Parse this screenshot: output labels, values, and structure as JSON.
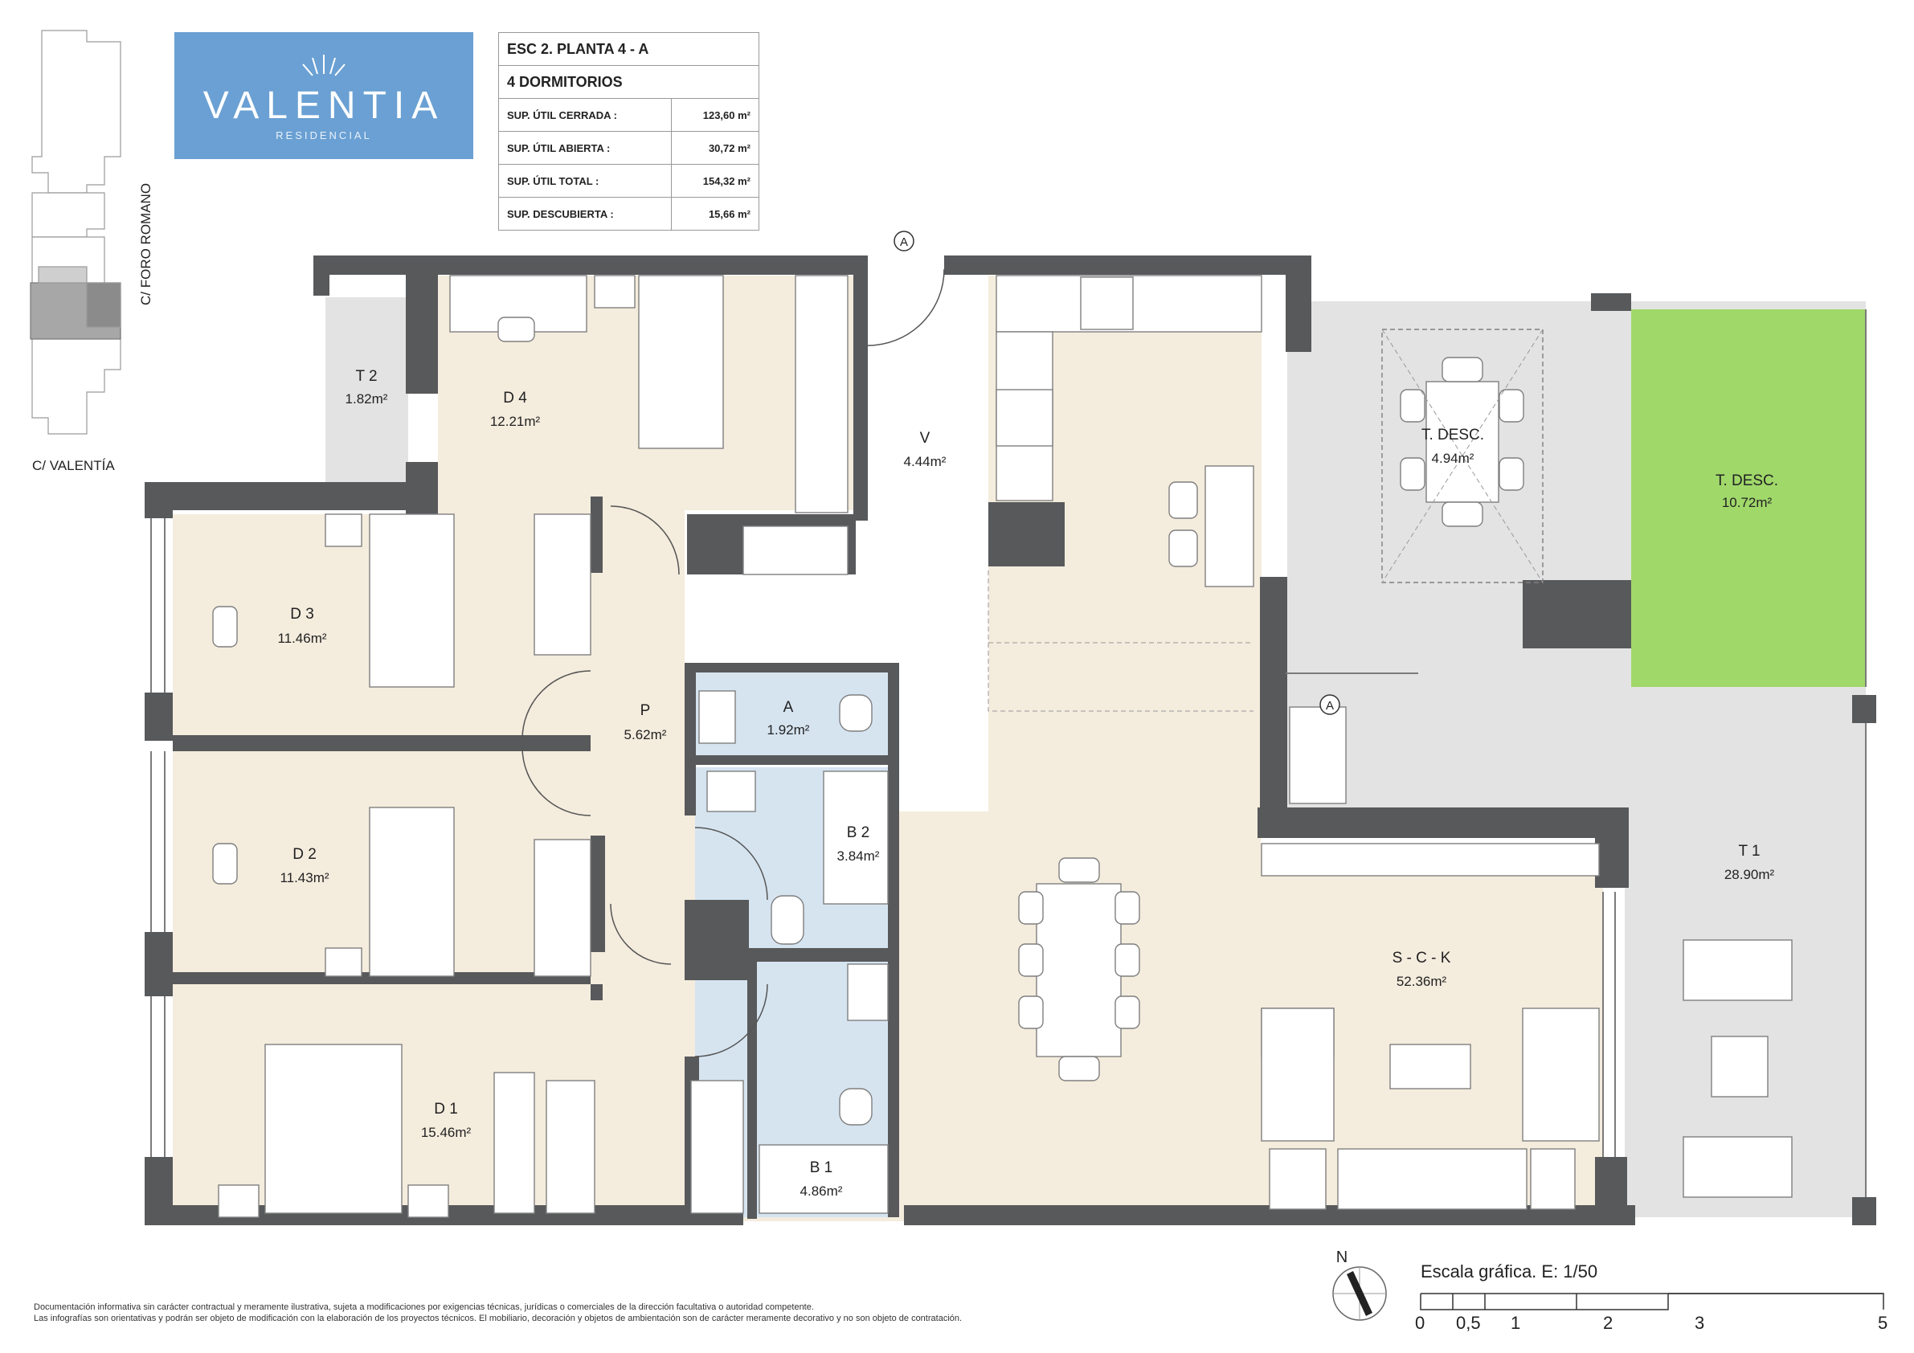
{
  "header": {
    "logo": {
      "word": "VALENTIA",
      "sub": "RESIDENCIAL"
    },
    "unit_title": "ESC 2. PLANTA 4 - A",
    "bedrooms": "4 DORMITORIOS",
    "surfaces": [
      {
        "label": "SUP. ÚTIL CERRADA :",
        "value": "123,60 m²"
      },
      {
        "label": "SUP. ÚTIL ABIERTA :",
        "value": "30,72 m²"
      },
      {
        "label": "SUP. ÚTIL TOTAL :",
        "value": "154,32 m²"
      },
      {
        "label": "SUP. DESCUBIERTA :",
        "value": "15,66 m²"
      }
    ]
  },
  "keyplan": {
    "street_vertical": "C/ FORO ROMANO",
    "street_bottom": "C/ VALENTÍA"
  },
  "rooms": [
    {
      "id": "t2",
      "name": "T 2",
      "area": "1.82m²"
    },
    {
      "id": "d4",
      "name": "D 4",
      "area": "12.21m²"
    },
    {
      "id": "v",
      "name": "V",
      "area": "4.44m²"
    },
    {
      "id": "tdesc1",
      "name": "T. DESC.",
      "area": "4.94m²"
    },
    {
      "id": "tdesc2",
      "name": "T. DESC.",
      "area": "10.72m²"
    },
    {
      "id": "d3",
      "name": "D 3",
      "area": "11.46m²"
    },
    {
      "id": "p",
      "name": "P",
      "area": "5.62m²"
    },
    {
      "id": "a",
      "name": "A",
      "area": "1.92m²"
    },
    {
      "id": "d2",
      "name": "D 2",
      "area": "11.43m²"
    },
    {
      "id": "b2",
      "name": "B 2",
      "area": "3.84m²"
    },
    {
      "id": "t1",
      "name": "T 1",
      "area": "28.90m²"
    },
    {
      "id": "sck",
      "name": "S - C - K",
      "area": "52.36m²"
    },
    {
      "id": "d1",
      "name": "D 1",
      "area": "15.46m²"
    },
    {
      "id": "b1",
      "name": "B 1",
      "area": "4.86m²"
    }
  ],
  "section_marker": "A",
  "north_label": "N",
  "scale": {
    "title": "Escala gráfica. E: 1/50",
    "ticks": [
      "0",
      "0,5",
      "1",
      "2",
      "3",
      "5"
    ]
  },
  "disclaimer": [
    "Documentación informativa sin carácter contractual y meramente ilustrativa, sujeta a modificaciones por exigencias técnicas, jurídicas o comerciales de la dirección facultativa o autoridad competente.",
    "Las infografías son orientativas y podrán ser objeto de modificación con la elaboración de los proyectos técnicos. El mobiliario, decoración y objetos de ambientación son de carácter meramente decorativo y no son objeto de contratación."
  ],
  "colors": {
    "wall": "#58595b",
    "floor_interior": "#f4ecdd",
    "floor_bath": "#d6e4f0",
    "terrace": "#e3e3e3",
    "garden": "#a0d86a",
    "logo_bg": "#6aa0d3"
  }
}
